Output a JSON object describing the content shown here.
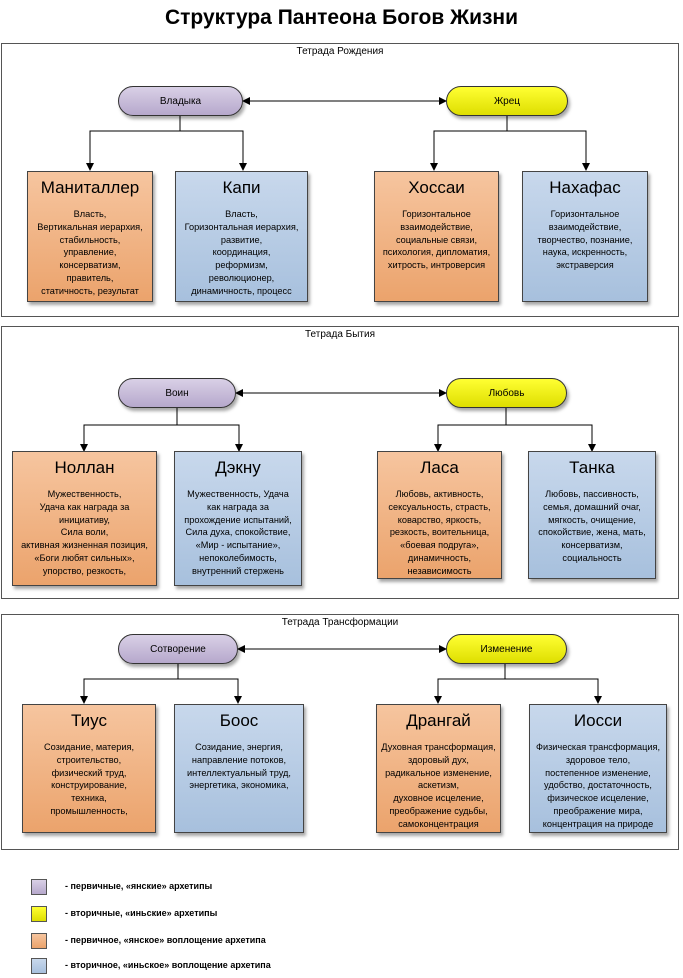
{
  "title": "Структура Пантеона Богов Жизни",
  "colors": {
    "yang_archetype": "#c4b8d8",
    "yin_archetype": "#ffff00",
    "yang_embodiment": "#f2b88b",
    "yin_embodiment": "#b8cce4"
  },
  "sections": [
    {
      "title": "Тетрада Рождения",
      "archetypes": [
        {
          "label": "Владыка",
          "kind": "yang"
        },
        {
          "label": "Жрец",
          "kind": "yin"
        }
      ],
      "cards": [
        {
          "title": "Маниталлер",
          "kind": "orange",
          "text": "Власть,\nВертикальная иерархия,\nстабильность,\nуправление,\nконсерватизм,\nправитель,\nстатичность, результат"
        },
        {
          "title": "Капи",
          "kind": "blue",
          "text": "Власть,\nГоризонтальная иерархия,\nразвитие,\nкоординация,\nреформизм,\nреволюционер,\nдинамичность, процесс"
        },
        {
          "title": "Хоссаи",
          "kind": "orange",
          "text": "Горизонтальное\nвзаимодействие,\nсоциальные связи,\nпсихология, дипломатия,\nхитрость, интроверсия"
        },
        {
          "title": "Нахафас",
          "kind": "blue",
          "text": "Горизонтальное\nвзаимодействие,\nтворчество, познание,\nнаука, искренность,\nэкстраверсия"
        }
      ]
    },
    {
      "title": "Тетрада Бытия",
      "archetypes": [
        {
          "label": "Воин",
          "kind": "yang"
        },
        {
          "label": "Любовь",
          "kind": "yin"
        }
      ],
      "cards": [
        {
          "title": "Ноллан",
          "kind": "orange",
          "text": "Мужественность,\nУдача как награда за\nинициативу,\nСила воли,\nактивная жизненная позиция,\n«Боги любят сильных»,\nупорство, резкость,"
        },
        {
          "title": "Дэкну",
          "kind": "blue",
          "text": "Мужественность, Удача\nкак награда за\nпрохождение испытаний,\nСила духа, спокойствие,\n«Мир - испытание»,\nнепоколебимость,\nвнутренний стержень"
        },
        {
          "title": "Ласа",
          "kind": "orange",
          "text": "Любовь, активность,\nсексуальность, страсть,\nковарство, яркость,\nрезкость, воительница,\n«боевая подруга»,\nдинамичность,\nнезависимость"
        },
        {
          "title": "Танка",
          "kind": "blue",
          "text": "Любовь, пассивность,\nсемья, домашний очаг,\nмягкость, очищение,\nспокойствие, жена, мать,\nконсерватизм,\nсоциальность"
        }
      ]
    },
    {
      "title": "Тетрада Трансформации",
      "archetypes": [
        {
          "label": "Сотворение",
          "kind": "yang"
        },
        {
          "label": "Изменение",
          "kind": "yin"
        }
      ],
      "cards": [
        {
          "title": "Тиус",
          "kind": "orange",
          "text": "Созидание, материя,\nстроительство,\nфизический труд,\nконструирование,\nтехника,\nпромышленность,"
        },
        {
          "title": "Боос",
          "kind": "blue",
          "text": "Созидание, энергия,\nнаправление потоков,\nинтеллектуальный труд,\nэнергетика, экономика,"
        },
        {
          "title": "Дрангай",
          "kind": "orange",
          "text": "Духовная трансформация,\nздоровый дух,\nрадикальное изменение,\nаскетизм,\nдуховное исцеление,\nпреображение судьбы,\nсамоконцентрация"
        },
        {
          "title": "Иосси",
          "kind": "blue",
          "text": "Физическая трансформация,\nздоровое тело,\nпостепенное изменение,\nудобство, достаточность,\nфизическое исцеление,\nпреображение мира,\nконцентрация на природе"
        }
      ]
    }
  ],
  "legend": [
    {
      "text": "- первичные, «янские» архетипы"
    },
    {
      "text": "- вторичные, «иньские» архетипы"
    },
    {
      "text": "- первичное, «янское» воплощение архетипа"
    },
    {
      "text": "- вторичное, «иньское» воплощение архетипа"
    }
  ]
}
